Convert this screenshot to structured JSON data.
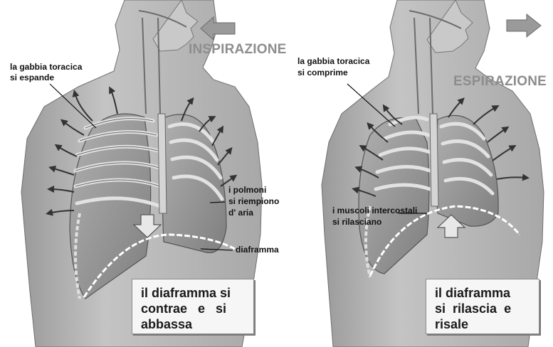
{
  "left_panel": {
    "title": "INSPIRAZIONE",
    "labels": {
      "ribcage_l1": "la gabbia toracica",
      "ribcage_l2": "si espande",
      "lungs_l1": "i polmoni",
      "lungs_l2": "si riempiono",
      "lungs_l3": "d' aria",
      "diaphragm": "diaframma"
    },
    "caption": {
      "line1": "il diaframma si",
      "line2": "contrae   e   si",
      "line3": "abbassa"
    }
  },
  "right_panel": {
    "title": "ESPIRAZIONE",
    "labels": {
      "ribcage_l1": "la gabbia toracica",
      "ribcage_l2": "si comprime",
      "muscles_l1": "i muscoli intercostali",
      "muscles_l2": "si rilasciano"
    },
    "caption": {
      "line1": "il diaframma",
      "line2": "si  rilascia  e",
      "line3": "risale"
    }
  },
  "colors": {
    "body_skin": "#b9b9b9",
    "body_shadow": "#8f8f8f",
    "lungs": "#9b9b9b",
    "ribs": "#d9d9d9",
    "arrows": "#3a3a3a",
    "title_text": "#8d8d8d"
  }
}
